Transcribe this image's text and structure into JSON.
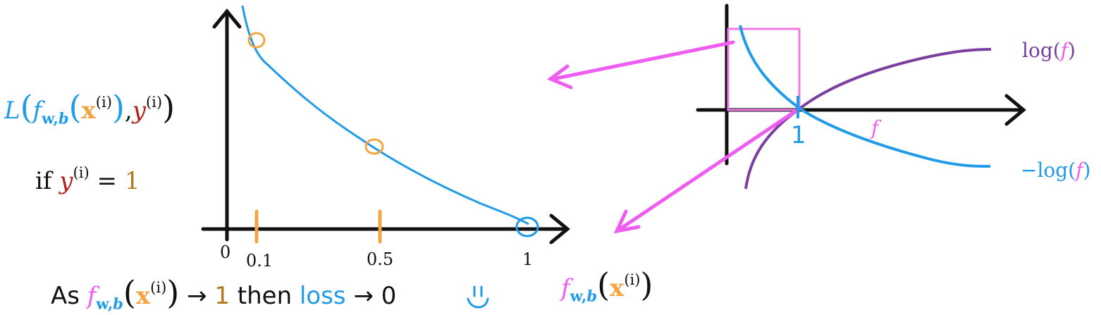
{
  "colors": {
    "blue": "#1f9be8",
    "orange": "#f2a541",
    "magenta": "#ee5cf0",
    "pink_box": "#f07ae6",
    "purple": "#7b3fa0",
    "red": "#b3201b",
    "brown": "#b07a18",
    "black": "#111111"
  },
  "left_plot": {
    "ticks": {
      "zero": "0",
      "t1": "0.1",
      "t2": "0.5",
      "t3": "1"
    }
  },
  "loss_expr": {
    "L": "L",
    "paren_open": "(",
    "f": "f",
    "sub_w": "w",
    "sub_comma": ",",
    "sub_b": "b",
    "x_paren_open": "(",
    "x": "x",
    "x_sup": "(i)",
    "x_paren_close": ")",
    "comma": ",",
    "y": "y",
    "y_sup": "(i)",
    "paren_close": ")"
  },
  "condition": {
    "if": "if",
    "y": "y",
    "y_sup": "(i)",
    "eq": "=",
    "one": "1"
  },
  "bottom_text": {
    "as": "As",
    "f": "f",
    "sub_w": "w",
    "sub_comma": ",",
    "sub_b": "b",
    "paren_open": "(",
    "x": "x",
    "x_sup": "(i)",
    "paren_close": ")",
    "arrow1": "→",
    "one": "1",
    "then": "then",
    "loss": "loss",
    "arrow2": "→",
    "zero": "0"
  },
  "right_plot": {
    "log_label": {
      "pre": "log(",
      "f": "f",
      "post": ")"
    },
    "neglog_label": {
      "pre": "−log(",
      "f": "f",
      "post": ")"
    },
    "f_axis_label": "f",
    "one_tick": "1"
  },
  "f_label": {
    "f": "f",
    "sub_w": "w",
    "sub_comma": ",",
    "sub_b": "b",
    "paren_open": "(",
    "x": "x",
    "x_sup": "(i)",
    "paren_close": ")"
  }
}
